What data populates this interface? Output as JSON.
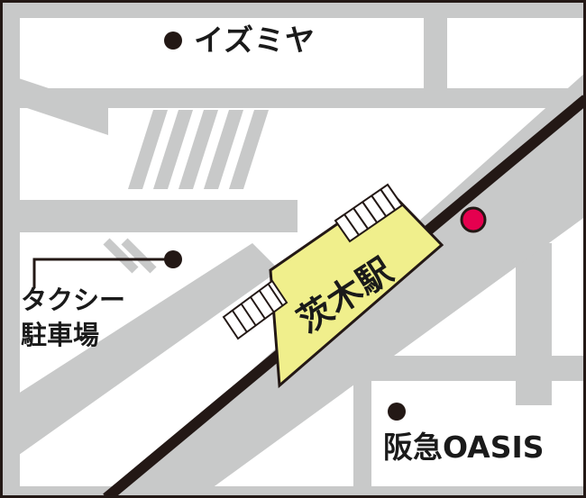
{
  "labels": {
    "izumiya": "イズミヤ",
    "taxi_line1": "タクシー",
    "taxi_line2": "駐車場",
    "station": "茨木駅",
    "hankyu_oasis": "阪急OASIS"
  },
  "colors": {
    "background": "#ffffff",
    "road": "#c8c9c9",
    "railway": "#231815",
    "station_fill": "#f0ef8c",
    "marker_black": "#231815",
    "marker_red": "#e5004f"
  },
  "icons": {
    "poi_marker": "black-dot",
    "station_marker": "red-dot"
  }
}
